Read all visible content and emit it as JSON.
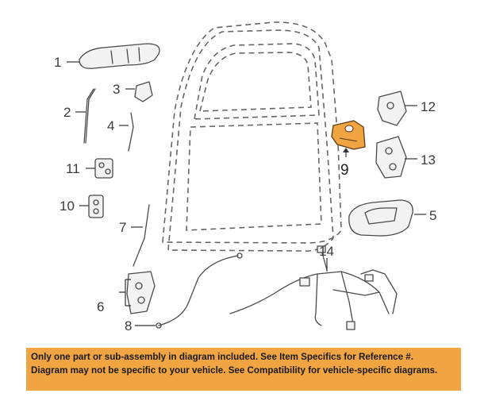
{
  "callouts": {
    "c1": "1",
    "c2": "2",
    "c3": "3",
    "c4": "4",
    "c5": "5",
    "c6": "6",
    "c7": "7",
    "c8": "8",
    "c9": "9",
    "c10": "10",
    "c11": "11",
    "c12": "12",
    "c13": "13",
    "c14": "14"
  },
  "highlight_color": "#f0a442",
  "disclaimer": {
    "line1": "Only one part or sub-assembly in diagram included. See Item Specifics for Reference #.",
    "line2": "Diagram may not be specific to your vehicle. See Compatibility for vehicle-specific diagrams."
  }
}
